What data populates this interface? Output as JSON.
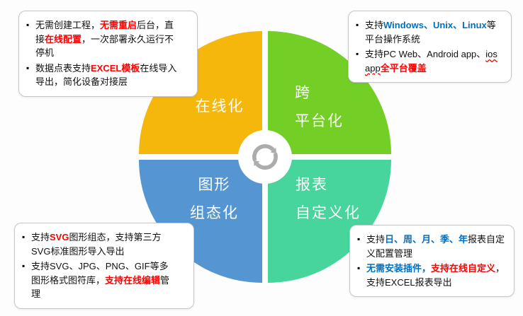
{
  "colors": {
    "quadrant_online": "#F6B70C",
    "quadrant_cross": "#73CF26",
    "quadrant_graphic": "#5596D2",
    "quadrant_report": "#47D59B",
    "em_red": "#FF0000",
    "em_blue": "#0070C0",
    "arrow_gray": "#ACACAC",
    "box_border": "#C6C6C6"
  },
  "icons": {
    "center": "sync-arrows"
  },
  "quadrants": {
    "online": {
      "label": "在线化"
    },
    "cross": {
      "lines": [
        "跨",
        "平台化"
      ]
    },
    "graphic": {
      "lines": [
        "图形",
        "组态化"
      ]
    },
    "report": {
      "lines": [
        "报表",
        "自定义化"
      ]
    }
  },
  "callouts": {
    "top_left": {
      "bullets": [
        [
          {
            "t": "无需创建工程，"
          },
          {
            "t": "无需重启",
            "s": "red"
          },
          {
            "t": "后台，直接"
          },
          {
            "t": "在线配置",
            "s": "red"
          },
          {
            "t": "，一次部署永久运行不停机"
          }
        ],
        [
          {
            "t": "数据点表支持"
          },
          {
            "t": "EXCEL模板",
            "s": "red"
          },
          {
            "t": "在线导入导出，简化设备对接层"
          }
        ]
      ]
    },
    "top_right": {
      "bullets": [
        [
          {
            "t": "支持"
          },
          {
            "t": "Windows、Unix、Linux",
            "s": "blue"
          },
          {
            "t": "等平台操作系统"
          }
        ],
        [
          {
            "t": "支持PC Web、Android app、"
          },
          {
            "t": "ios app",
            "s": "u-red"
          },
          {
            "t": "全平台覆盖",
            "s": "red"
          }
        ]
      ]
    },
    "bottom_left": {
      "bullets": [
        [
          {
            "t": "支持"
          },
          {
            "t": "SVG",
            "s": "red"
          },
          {
            "t": "图形组态，支持第三方SVG标准图形导入导出"
          }
        ],
        [
          {
            "t": "支持SVG、JPG、PNG、GIF等多图形格式图符库，"
          },
          {
            "t": "支持在线编辑",
            "s": "red"
          },
          {
            "t": "管理"
          }
        ]
      ]
    },
    "bottom_right": {
      "bullets": [
        [
          {
            "t": "支持"
          },
          {
            "t": "日、周、月、季、年",
            "s": "blue"
          },
          {
            "t": "报表自定义配置管理"
          }
        ],
        [
          {
            "t": "无需安装插件，",
            "s": "blue"
          },
          {
            "t": "支持在线自定义",
            "s": "red"
          },
          {
            "t": "，支持EXCEL报表导出"
          }
        ]
      ]
    }
  }
}
